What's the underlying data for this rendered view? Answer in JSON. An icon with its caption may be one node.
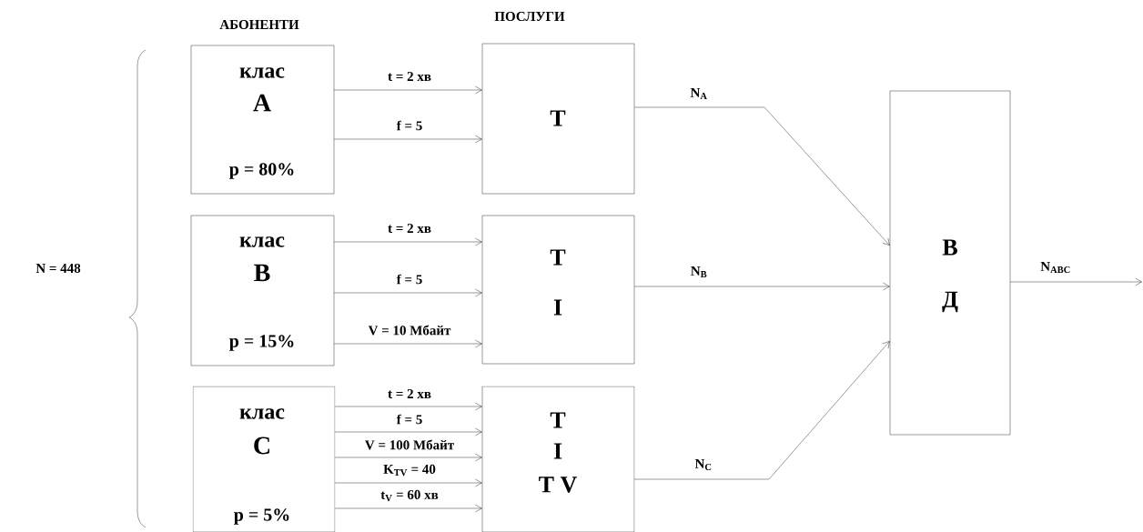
{
  "diagram": {
    "nodes": [
      {
        "text": [
          "клас",
          "A",
          "p = 80%"
        ]
      },
      {
        "text": [
          "клас",
          "B",
          "p = 15%"
        ]
      },
      {
        "text": [
          "клас",
          "C",
          "p = 5%"
        ]
      },
      {
        "text": [
          "T"
        ]
      },
      {
        "text": [
          "T",
          "I"
        ]
      },
      {
        "text": [
          "T",
          "I",
          "T V"
        ]
      },
      {
        "text": [
          "В",
          "Д"
        ]
      }
    ],
    "edges": [
      {
        "from": 0,
        "to": 3,
        "arrow": "to",
        "label": "t = 2 хв"
      },
      {
        "from": 0,
        "to": 3,
        "arrow": "to",
        "label": "f = 5"
      },
      {
        "from": 1,
        "to": 4,
        "arrow": "to",
        "label": "t = 2 хв"
      },
      {
        "from": 1,
        "to": 4,
        "arrow": "to",
        "label": "f = 5"
      },
      {
        "from": 1,
        "to": 4,
        "arrow": "to",
        "label": "V = 10 Мбайт"
      },
      {
        "from": 2,
        "to": 5,
        "arrow": "to",
        "label": "t = 2 хв"
      },
      {
        "from": 2,
        "to": 5,
        "arrow": "to",
        "label": "f = 5"
      },
      {
        "from": 2,
        "to": 5,
        "arrow": "to",
        "label": "V = 100 Мбайт"
      },
      {
        "from": 2,
        "to": 5,
        "arrow": "to",
        "label": "K$_{TV}$ = 40"
      },
      {
        "from": 2,
        "to": 5,
        "arrow": "to",
        "label": "t$_{V}$ =  60 хв"
      },
      {
        "from": 3,
        "to": 6,
        "arrow": "to",
        "label": "N$_{A}$"
      },
      {
        "from": 4,
        "to": 6,
        "arrow": "to",
        "label": "N$_{B}$"
      },
      {
        "from": 5,
        "to": 6,
        "arrow": "to",
        "label": "N$_{C}$"
      },
      {
        "from": 6,
        "to": null,
        "arrow": "to",
        "label": "N$_{ABC}$"
      }
    ],
    "labels": [
      "ПОСЛУГИ",
      "АБОНЕНТИ",
      "N = 448"
    ]
  }
}
